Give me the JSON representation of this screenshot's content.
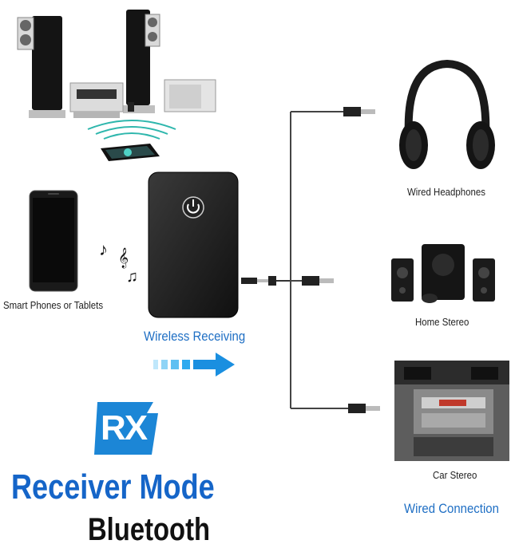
{
  "devices": {
    "headphones": "Wired Headphones",
    "home_stereo": "Home Stereo",
    "car_stereo": "Car Stereo",
    "phones": "Smart Phones or Tablets"
  },
  "captions": {
    "wireless_receiving": "Wireless Receiving",
    "wired_connection": "Wired Connection"
  },
  "logo": {
    "text": "RX"
  },
  "titles": {
    "mode": "Receiver Mode",
    "bluetooth": "Bluetooth"
  },
  "colors": {
    "accent_blue": "#1f6fc4",
    "arrow_blue": "#1aa3f0",
    "title_blue": "#1565c8"
  }
}
